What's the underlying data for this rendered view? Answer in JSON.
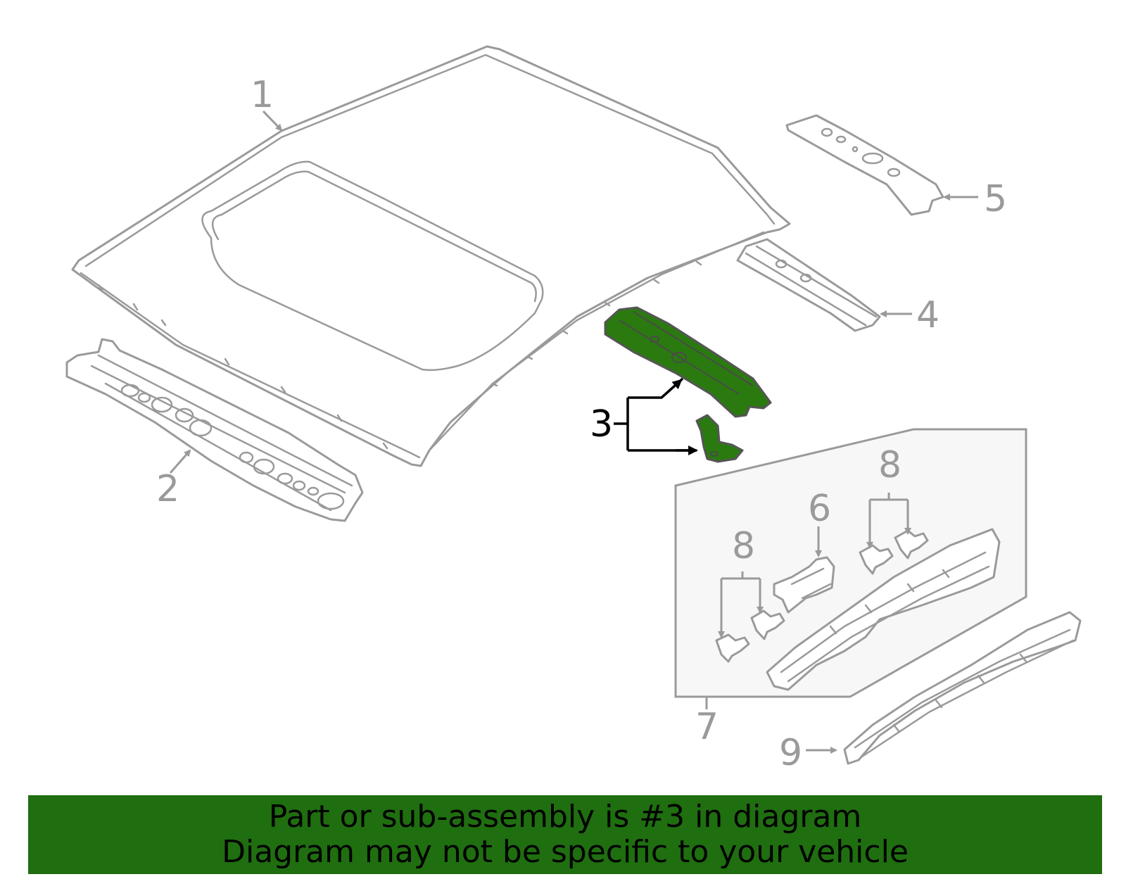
{
  "callouts": {
    "c1": "1",
    "c2": "2",
    "c3": "3",
    "c4": "4",
    "c5": "5",
    "c6": "6",
    "c7": "7",
    "c8a": "8",
    "c8b": "8",
    "c9": "9"
  },
  "highlighted_part": "3",
  "colors": {
    "highlight": "#2a7a10",
    "banner": "#1f6e10",
    "line": "#9a9a9a"
  },
  "banner": {
    "line1": "Part or sub-assembly is #3 in diagram",
    "line2": "Diagram may not be specific to your vehicle"
  }
}
